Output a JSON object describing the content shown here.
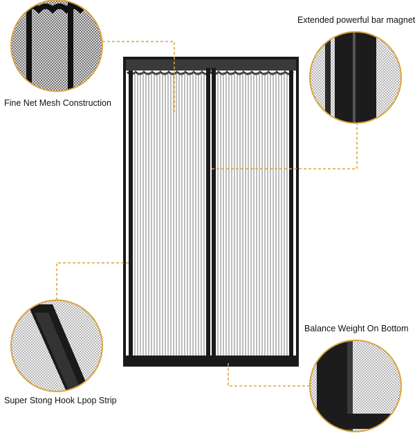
{
  "labels": {
    "mesh": "Fine Net Mesh Construction",
    "magnet": "Extended powerful bar magnet",
    "weight": "Balance Weight On Bottom",
    "hook": "Super Stong Hook Lpop Strip"
  },
  "colors": {
    "accent": "#d9a441",
    "frame": "#1a1a1a",
    "mesh": "#555555",
    "background": "#ffffff"
  }
}
